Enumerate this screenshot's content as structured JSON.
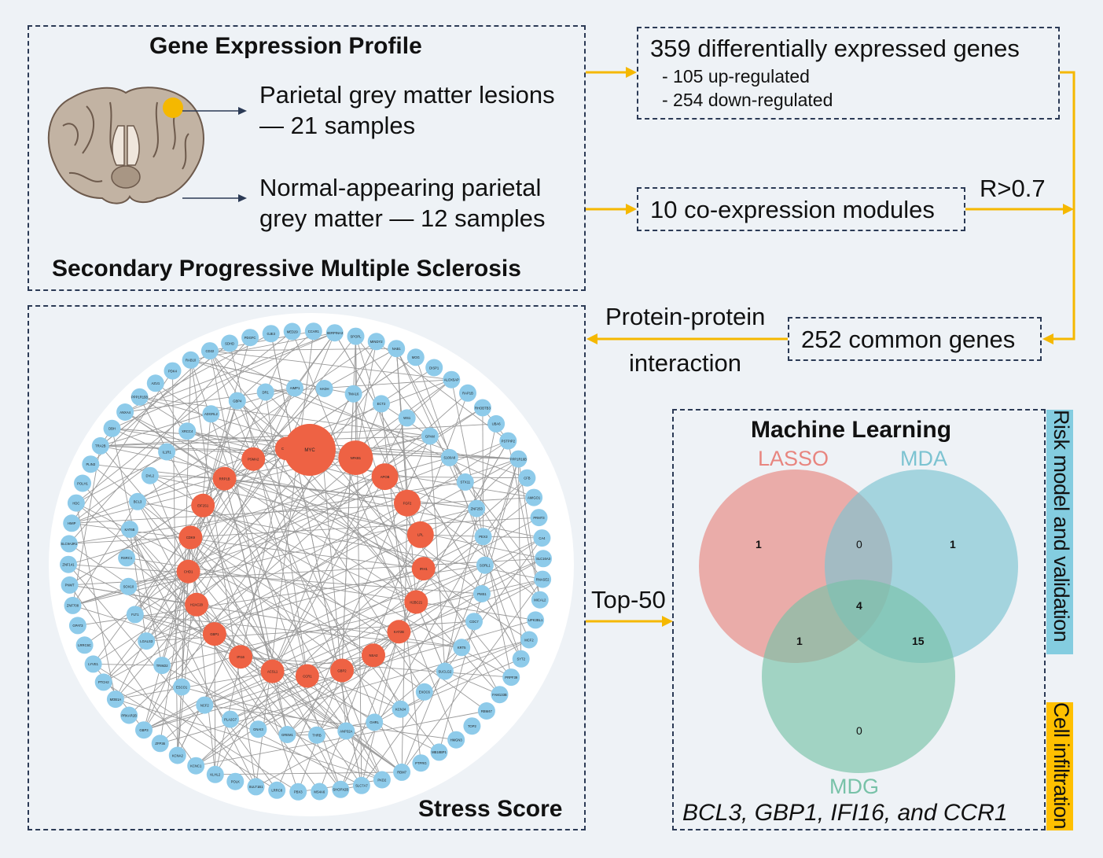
{
  "colors": {
    "arrow": "#f5b800",
    "border": "#2b3a55",
    "hub_node": "#ee6244",
    "leaf_node": "#8ecbea",
    "lasso": "#e8857f",
    "mda": "#7cc3d1",
    "mdg": "#78c2a8",
    "risk_bg": "#84cde0",
    "cell_bg": "#ffc000"
  },
  "gene_profile": {
    "title": "Gene Expression Profile",
    "sample1_line1": "Parietal grey matter lesions",
    "sample1_line2": "— 21 samples",
    "sample2_line1": "Normal-appearing parietal",
    "sample2_line2": "grey matter — 12 samples",
    "disease": "Secondary Progressive Multiple Sclerosis"
  },
  "deg": {
    "title": "359 differentially expressed genes",
    "up": "- 105 up-regulated",
    "down": "- 254 down-regulated"
  },
  "modules": {
    "label": "10 co-expression modules",
    "threshold": "R>0.7"
  },
  "common": {
    "label": "252 common genes"
  },
  "ppi": {
    "line1": "Protein-protein",
    "line2": "interaction"
  },
  "network": {
    "title": "Stress Score",
    "outer_genes": [
      "SERPINA3",
      "SPOPL",
      "MINDY2",
      "NAB1",
      "MOG",
      "DISP1",
      "ALOX5AP",
      "RAP1B",
      "RHOBTB3",
      "UBA6",
      "PSTPIP2",
      "PPP1R16B",
      "CFB",
      "AMIGO1",
      "PRMT3",
      "CA4",
      "SLC16A3",
      "RNASE2",
      "MICAL2",
      "UPK3BL1",
      "MCF2",
      "SYT2",
      "PRPF39",
      "FAM133B",
      "RBM47",
      "TOP2",
      "HMGN3",
      "MB18BP1",
      "PTPRG",
      "RBM7",
      "PKD2",
      "SLC7A7",
      "SHOPX2B",
      "MS4A6",
      "PBX3",
      "LRRC8",
      "SULT1B1",
      "POLK",
      "KLHL2",
      "KCNC1",
      "KCNA2",
      "ZFP36",
      "GBP3",
      "PRKAR2B",
      "MOB1A",
      "PTCH2",
      "LYVE1",
      "LRRC6C",
      "GPAT3",
      "ZNF708",
      "PNMT",
      "ZNF141",
      "SLC9A3R1",
      "HMIP",
      "HDC",
      "POLH1",
      "PLIN3",
      "TRA2B",
      "DBH",
      "ANXA4",
      "PPP1R15B",
      "AZU1",
      "PDK4",
      "RAB10",
      "CD22",
      "SDHD",
      "PDGFC",
      "GJE3",
      "MED29",
      "CCAR1"
    ],
    "middle_genes": [
      "DR1",
      "AIMP1",
      "HADH",
      "TMA16",
      "ECT2",
      "WS1",
      "GPAM",
      "S100A8",
      "STX11",
      "ZNF253",
      "PEX3",
      "SORL1",
      "PMS1",
      "CDC7",
      "KRT5",
      "SUCLG2",
      "EXOC6",
      "KCNJ4",
      "GHRL",
      "ANP32A",
      "THRB",
      "GREM1",
      "GNAI3",
      "PLA2G7",
      "NCF2",
      "ESCO1",
      "TRIM22",
      "LGALS3",
      "FLT1",
      "SOX10",
      "RSRC1",
      "KAT6B",
      "BCL3",
      "DVL2",
      "IL1R1",
      "XRCC4",
      "ADGRL2",
      "GBP4"
    ],
    "hub_genes": [
      "MYC",
      "NFKB1",
      "APOB",
      "FGF2",
      "LPL",
      "IFIH1",
      "H2BC21",
      "KAT2B",
      "NSA2",
      "GBP2",
      "CCR1",
      "ACSL1",
      "IFI16",
      "GBP1",
      "H2AC20",
      "CHD1",
      "CDK9",
      "EIF2S1",
      "RRP1B",
      "PSMA2",
      "CXCL2",
      "NPA"
    ]
  },
  "topn": {
    "label": "Top-50"
  },
  "ml": {
    "title": "Machine Learning",
    "lasso_label": "LASSO",
    "mda_label": "MDA",
    "mdg_label": "MDG",
    "counts": {
      "lasso_only": "1",
      "lasso_mda": "0",
      "mda_only": "1",
      "all": "4",
      "lasso_mdg": "1",
      "mda_mdg": "15",
      "mdg_only": "0"
    },
    "genes": "BCL3, GBP1, IFI16, and CCR1"
  },
  "side": {
    "risk": "Risk model and validation",
    "cell": "Cell infiltration"
  }
}
